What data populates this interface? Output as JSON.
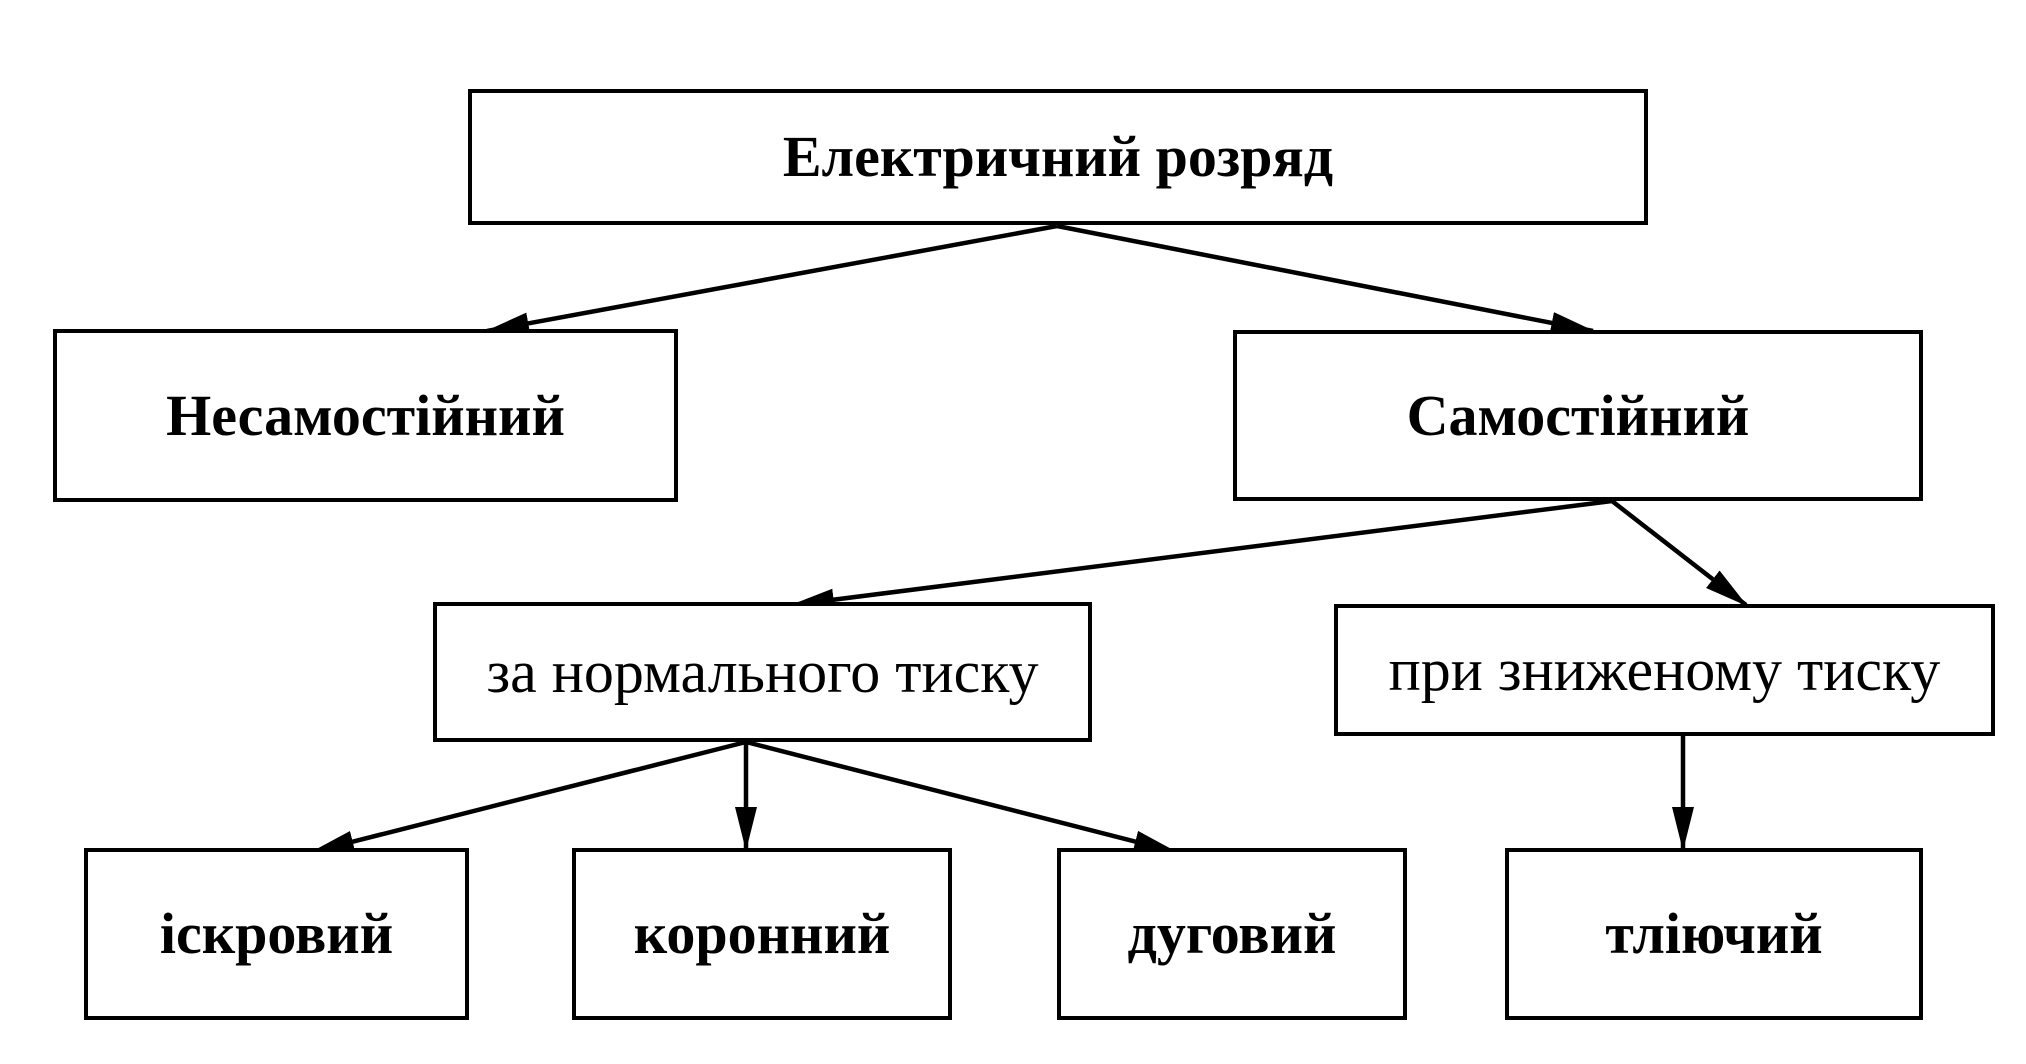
{
  "diagram": {
    "type": "flowchart",
    "background_color": "#ffffff",
    "line_color": "#000000",
    "box_border_color": "#000000",
    "text_color": "#000000",
    "nodes": {
      "root": {
        "label": "Електричний розряд"
      },
      "non_self_sustained": {
        "label": "Несамостійний"
      },
      "self_sustained": {
        "label": "Самостійний"
      },
      "normal_pressure": {
        "label": "за нормального тиску"
      },
      "reduced_pressure": {
        "label": "при зниженому тиску"
      },
      "spark": {
        "label": "іскровий"
      },
      "corona": {
        "label": "коронний"
      },
      "arc": {
        "label": "дуговий"
      },
      "glow": {
        "label": "тліючий"
      }
    },
    "edges": [
      {
        "from": "root",
        "to": "non_self_sustained"
      },
      {
        "from": "root",
        "to": "self_sustained"
      },
      {
        "from": "self_sustained",
        "to": "normal_pressure"
      },
      {
        "from": "self_sustained",
        "to": "reduced_pressure"
      },
      {
        "from": "normal_pressure",
        "to": "spark"
      },
      {
        "from": "normal_pressure",
        "to": "corona"
      },
      {
        "from": "normal_pressure",
        "to": "arc"
      },
      {
        "from": "reduced_pressure",
        "to": "glow"
      }
    ]
  }
}
